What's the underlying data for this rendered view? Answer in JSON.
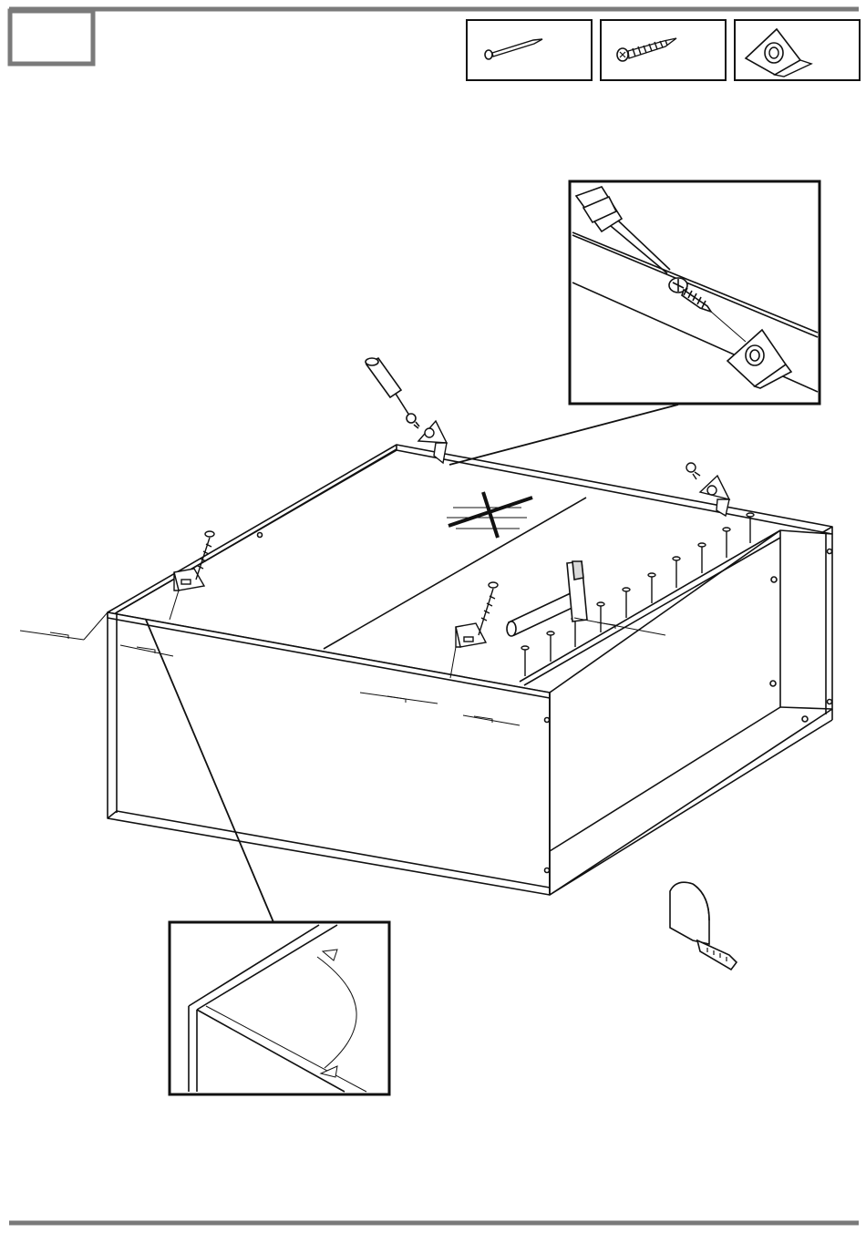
{
  "page": {
    "step_number": "",
    "colors": {
      "frame_gray": "#7a7a7a",
      "ink": "#111111",
      "paper": "#ffffff",
      "fill_gray": "#d9d9d9"
    }
  },
  "hardware": [
    {
      "id": "nail",
      "icon": "nail-icon"
    },
    {
      "id": "screw",
      "icon": "screw-icon"
    },
    {
      "id": "corner-bracket",
      "icon": "corner-bracket-icon"
    }
  ],
  "callouts": [
    {
      "id": "screw-detail",
      "icon": "screwdriver-bracket-detail"
    },
    {
      "id": "square-check-detail",
      "icon": "right-angle-check-detail"
    }
  ],
  "tools": [
    "screwdriver-icon",
    "hammer-icon",
    "tape-measure-icon"
  ],
  "marks": [
    "do-not-cross-mark"
  ]
}
